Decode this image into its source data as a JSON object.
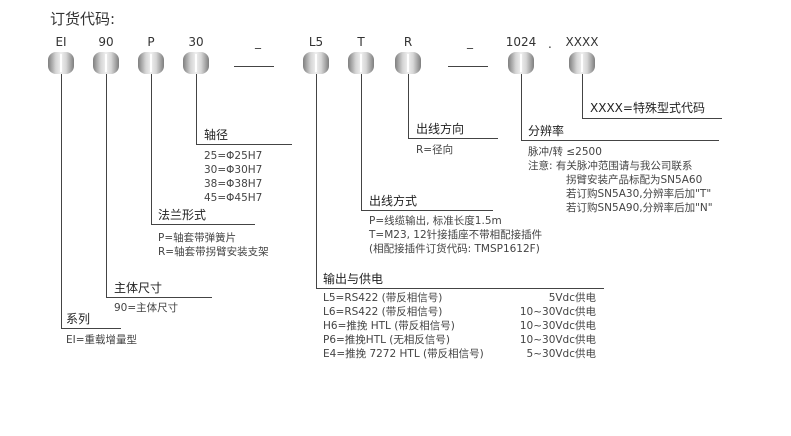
{
  "title": "订货代码:",
  "codes": {
    "c1": "EI",
    "c2": "90",
    "c3": "P",
    "c4": "30",
    "c5": "_",
    "c6": "L5",
    "c7": "T",
    "c8": "R",
    "c9": "_",
    "c10": "1024",
    "dot": ".",
    "c11": "XXXX"
  },
  "special": {
    "head": "XXXX=特殊型式代码"
  },
  "direction": {
    "head": "出线方向",
    "line1": "R=径向"
  },
  "resolution": {
    "head": "分辨率",
    "line1": "脉冲/转 ≤2500",
    "line2": "注意: 有关脉冲范围请与我公司联系",
    "line3": "拐臂安装产品标配为SN5A60",
    "line4": "若订购SN5A30,分辨率后加\"T\"",
    "line5": "若订购SN5A90,分辨率后加\"N\""
  },
  "shaft": {
    "head": "轴径",
    "lines": [
      "25=Φ25H7",
      "30=Φ30H7",
      "38=Φ38H7",
      "45=Φ45H7"
    ]
  },
  "cable": {
    "head": "出线方式",
    "line1": "P=线缆输出, 标准长度1.5m",
    "line2": "T=M23, 12针接插座不带相配接插件",
    "line3": "(相配接插件订货代码: TMSP1612F)"
  },
  "flange": {
    "head": "法兰形式",
    "line1": "P=轴套带弹簧片",
    "line2": "R=轴套带拐臂安装支架"
  },
  "output": {
    "head": "输出与供电",
    "rows": [
      {
        "left": "L5=RS422 (带反相信号)",
        "right": "5Vdc供电"
      },
      {
        "left": "L6=RS422 (带反相信号)",
        "right": "10~30Vdc供电"
      },
      {
        "left": "H6=推挽 HTL (带反相信号)",
        "right": "10~30Vdc供电"
      },
      {
        "left": "P6=推挽HTL (无相反信号)",
        "right": "10~30Vdc供电"
      },
      {
        "left": "E4=推挽 7272 HTL (带反相信号)",
        "right": "5~30Vdc供电"
      }
    ]
  },
  "body_size": {
    "head": "主体尺寸",
    "line1": "90=主体尺寸"
  },
  "series": {
    "head": "系列",
    "line1": "EI=重载增量型"
  }
}
